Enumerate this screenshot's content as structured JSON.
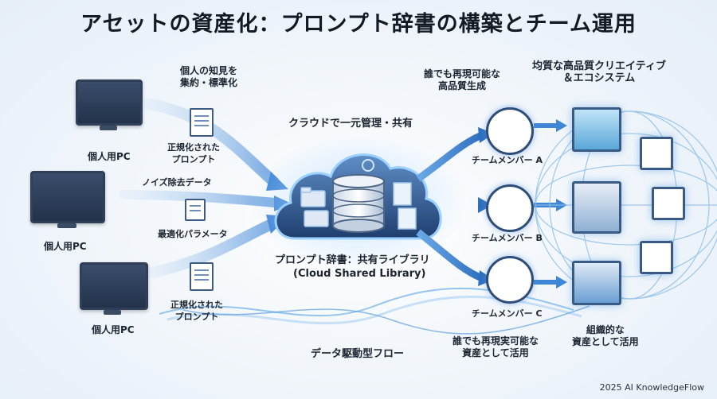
{
  "title": "アセットの資産化：プロンプト辞書の構築とチーム運用",
  "left": {
    "pc_labels": [
      "個人用PC",
      "個人用PC",
      "個人用PC"
    ],
    "top_note": "個人の知見を\n集約・標準化",
    "doc1_caption": "正規化された\nプロンプト",
    "noise_caption": "ノイズ除去データ",
    "param_caption": "最適化パラメータ",
    "doc3_caption": "正規化された\nプロンプト"
  },
  "center": {
    "cloud_caption": "クラウドで一元管理・共有",
    "library_title": "プロンプト辞書：共有ライブラリ",
    "library_sub": "(Cloud Shared Library)",
    "flow_caption": "データ駆動型フロー"
  },
  "right": {
    "top_note": "誰でも再現可能な\n高品質生成",
    "members": [
      "チームメンバー A",
      "チームメンバー B",
      "チームメンバー C"
    ],
    "bottom_note": "誰でも再現実可能な\n資産として活用",
    "ecosystem_title": "均質な高品質クリエイティブ\n＆エコシステム",
    "ecosystem_sub": "組織的な\n資産として活用"
  },
  "footer": "2025 AI KnowledgeFlow",
  "colors": {
    "accent": "#3f86d6",
    "navy": "#2f3f58",
    "glow": "#8cc3f2"
  }
}
